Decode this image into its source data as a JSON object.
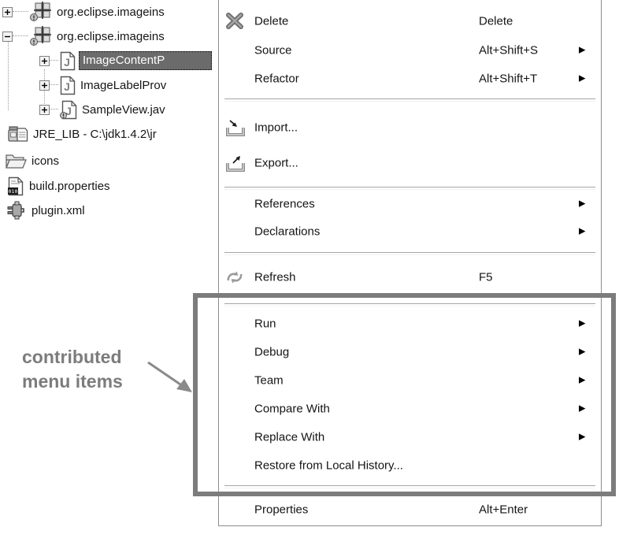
{
  "colors": {
    "selection_bg": "#6b6b6b",
    "selection_text": "#ffffff",
    "highlight_box_border": "#7c7c7c",
    "annotation_text": "#7c7c7c",
    "menu_border": "#8c8c8c",
    "separator": "#a6a6a6"
  },
  "annotation": {
    "label": "contributed menu items"
  },
  "tree": {
    "items": [
      {
        "label": "org.eclipse.imageins",
        "icon": "package-icon",
        "expander": "plus",
        "selected": false
      },
      {
        "label": "org.eclipse.imageins",
        "icon": "package-icon",
        "expander": "minus",
        "selected": false
      },
      {
        "label": "ImageContentP",
        "icon": "java-file-icon",
        "expander": "plus",
        "selected": true
      },
      {
        "label": "ImageLabelProv",
        "icon": "java-file-icon",
        "expander": "plus",
        "selected": false
      },
      {
        "label": "SampleView.jav",
        "icon": "java-file-decorated-icon",
        "expander": "plus",
        "selected": false
      },
      {
        "label": "JRE_LIB - C:\\jdk1.4.2\\jr",
        "icon": "jre-library-icon",
        "expander": "none",
        "selected": false
      },
      {
        "label": "icons",
        "icon": "folder-icon",
        "expander": "none",
        "selected": false
      },
      {
        "label": "build.properties",
        "icon": "properties-file-icon",
        "expander": "none",
        "selected": false
      },
      {
        "label": "plugin.xml",
        "icon": "plugin-icon",
        "expander": "none",
        "selected": false
      }
    ]
  },
  "menu": {
    "items": [
      {
        "type": "item",
        "label": "Delete",
        "shortcut": "Delete",
        "icon": "delete-icon",
        "submenu": false
      },
      {
        "type": "item",
        "label": "Source",
        "shortcut": "Alt+Shift+S",
        "icon": "",
        "submenu": true
      },
      {
        "type": "item",
        "label": "Refactor",
        "shortcut": "Alt+Shift+T",
        "icon": "",
        "submenu": true
      },
      {
        "type": "separator"
      },
      {
        "type": "item",
        "label": "Import...",
        "shortcut": "",
        "icon": "import-icon",
        "submenu": false
      },
      {
        "type": "item",
        "label": "Export...",
        "shortcut": "",
        "icon": "export-icon",
        "submenu": false
      },
      {
        "type": "separator"
      },
      {
        "type": "item",
        "label": "References",
        "shortcut": "",
        "icon": "",
        "submenu": true
      },
      {
        "type": "item",
        "label": "Declarations",
        "shortcut": "",
        "icon": "",
        "submenu": true
      },
      {
        "type": "separator"
      },
      {
        "type": "item",
        "label": "Refresh",
        "shortcut": "F5",
        "icon": "refresh-icon",
        "submenu": false
      },
      {
        "type": "separator"
      },
      {
        "type": "item",
        "label": "Run",
        "shortcut": "",
        "icon": "",
        "submenu": true
      },
      {
        "type": "item",
        "label": "Debug",
        "shortcut": "",
        "icon": "",
        "submenu": true
      },
      {
        "type": "item",
        "label": "Team",
        "shortcut": "",
        "icon": "",
        "submenu": true
      },
      {
        "type": "item",
        "label": "Compare With",
        "shortcut": "",
        "icon": "",
        "submenu": true
      },
      {
        "type": "item",
        "label": "Replace With",
        "shortcut": "",
        "icon": "",
        "submenu": true
      },
      {
        "type": "item",
        "label": "Restore from Local History...",
        "shortcut": "",
        "icon": "",
        "submenu": false
      },
      {
        "type": "separator"
      },
      {
        "type": "item",
        "label": "Properties",
        "shortcut": "Alt+Enter",
        "icon": "",
        "submenu": false
      }
    ],
    "submenu_arrow": "▶"
  }
}
